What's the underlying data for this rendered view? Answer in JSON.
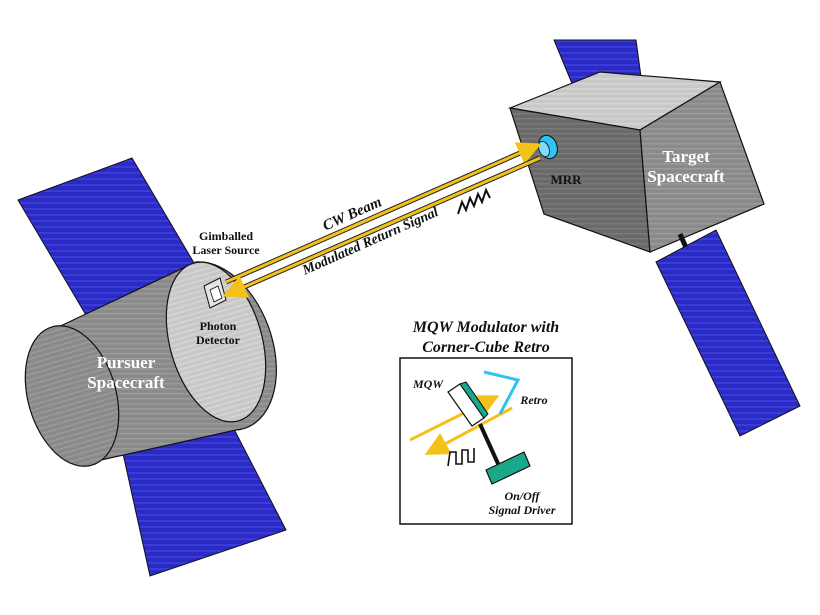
{
  "labels": {
    "pursuer_line1": "Pursuer",
    "pursuer_line2": "Spacecraft",
    "target_line1": "Target",
    "target_line2": "Spacecraft",
    "mrr": "MRR",
    "gimballed_line1": "Gimballed",
    "gimballed_line2": "Laser Source",
    "photon_line1": "Photon",
    "photon_line2": "Detector",
    "cw_beam": "CW Beam",
    "modulated_return": "Modulated Return Signal",
    "inset_title_line1": "MQW Modulator with",
    "inset_title_line2": "Corner-Cube Retro",
    "mqw": "MQW",
    "retro": "Retro",
    "onoff_line1": "On/Off",
    "onoff_line2": "Signal Driver"
  },
  "colors": {
    "beam": "#f2c21b",
    "solar_panel": "#2b2bc8",
    "body_gray": "#8c8c8c",
    "retro_cyan": "#2ec3f0",
    "driver_green": "#1aa88a"
  }
}
